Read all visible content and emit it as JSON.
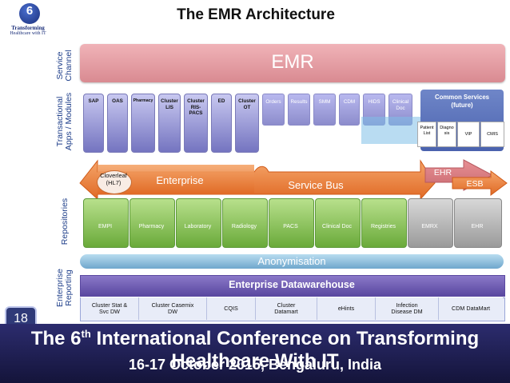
{
  "title": "The EMR Architecture",
  "logo": {
    "number": "6",
    "line1": "Transforming",
    "line2": "Healthcare with IT"
  },
  "row_labels": {
    "service": "Service\nChannel",
    "transactional": "Transactional\nApps / Modules",
    "repositories": "Repositories",
    "reporting": "Enterprise\nReporting"
  },
  "emr": "EMR",
  "apps_primary": [
    "SAP",
    "OAS",
    "Pharmacy",
    "Cluster\nLIS",
    "Cluster\nRIS-\nPACS",
    "ED",
    "Cluster\nOT"
  ],
  "apps_secondary": [
    "Orders",
    "Results",
    "SMM",
    "CDM",
    "HIDS",
    "Clinical\nDoc"
  ],
  "common_services": {
    "title": "Common Services\n(future)",
    "items": [
      "Patient\nList",
      "Diagno\nsis",
      "VIP",
      "CMIS"
    ]
  },
  "bus": {
    "cloverleaf": "Cloverleaf\n(HL7)",
    "enterprise": "Enterprise",
    "service_bus": "Service Bus",
    "ehr": "EHR",
    "esb": "ESB"
  },
  "repositories": [
    "EMPI",
    "Pharmacy",
    "Laboratory",
    "Radiology",
    "PACS",
    "Clinical Doc",
    "Registries",
    "EMRX",
    "EHR"
  ],
  "anonymisation": "Anonymisation",
  "edw": "Enterprise Datawarehouse",
  "data_marts": [
    "Cluster Stat &\nSvc DW",
    "Cluster Casemix\nDW",
    "CQIS",
    "Cluster\nDatamart",
    "eHints",
    "Infection\nDisease DM",
    "CDM DataMart"
  ],
  "slide_number": "18",
  "conference": {
    "line1_a": "The 6",
    "line1_sup": "th",
    "line1_b": " International Conference on Transforming Healthcare With IT",
    "line2": "16-17 October 2015, Bengaluru, India"
  },
  "colors": {
    "emr": "#d98a91",
    "apps": "#7474c0",
    "bus_orange": "#ec7a35",
    "repos_green": "#6aaa3a",
    "edw_purple": "#5a48a0",
    "banner": "#1c1c50"
  }
}
